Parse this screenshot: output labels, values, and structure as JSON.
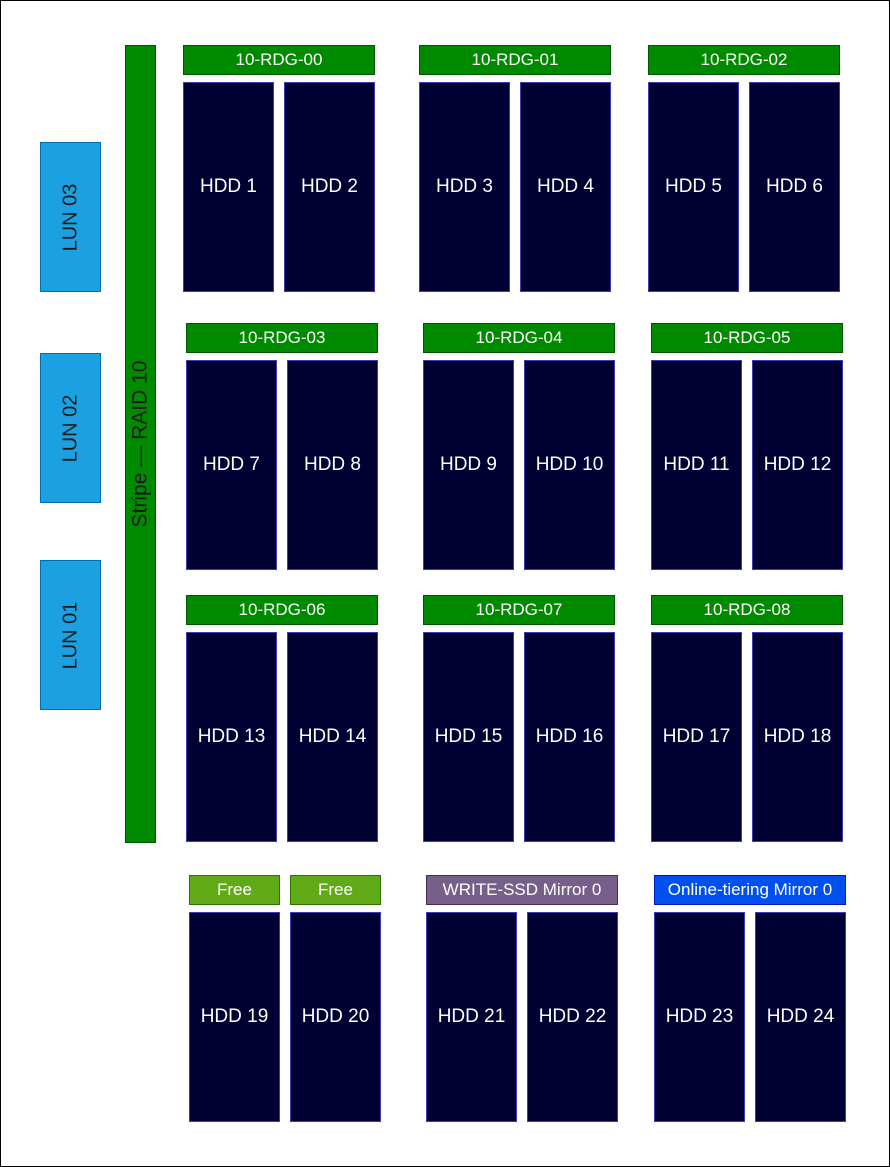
{
  "luns": [
    {
      "label": "LUN 03"
    },
    {
      "label": "LUN 02"
    },
    {
      "label": "LUN 01"
    }
  ],
  "stripe": {
    "label": "Stripe — RAID 10"
  },
  "colors": {
    "lun": "#1ba1e2",
    "stripe": "#008a00",
    "raid_group": "#008a00",
    "free": "#60a917",
    "write_ssd": "#76608a",
    "online_tiering": "#0050ef",
    "disk": "#000033"
  },
  "groups": [
    {
      "label": "10-RDG-00",
      "kind": "raid_group",
      "disks": [
        "HDD 1",
        "HDD 2"
      ]
    },
    {
      "label": "10-RDG-01",
      "kind": "raid_group",
      "disks": [
        "HDD 3",
        "HDD 4"
      ]
    },
    {
      "label": "10-RDG-02",
      "kind": "raid_group",
      "disks": [
        "HDD 5",
        "HDD 6"
      ]
    },
    {
      "label": "10-RDG-03",
      "kind": "raid_group",
      "disks": [
        "HDD 7",
        "HDD 8"
      ]
    },
    {
      "label": "10-RDG-04",
      "kind": "raid_group",
      "disks": [
        "HDD 9",
        "HDD 10"
      ]
    },
    {
      "label": "10-RDG-05",
      "kind": "raid_group",
      "disks": [
        "HDD 11",
        "HDD 12"
      ]
    },
    {
      "label": "10-RDG-06",
      "kind": "raid_group",
      "disks": [
        "HDD 13",
        "HDD 14"
      ]
    },
    {
      "label": "10-RDG-07",
      "kind": "raid_group",
      "disks": [
        "HDD 15",
        "HDD 16"
      ]
    },
    {
      "label": "10-RDG-08",
      "kind": "raid_group",
      "disks": [
        "HDD 17",
        "HDD 18"
      ]
    },
    {
      "labels": [
        "Free",
        "Free"
      ],
      "kind": "free",
      "disks": [
        "HDD 19",
        "HDD 20"
      ]
    },
    {
      "label": "WRITE-SSD Mirror 0",
      "kind": "write_ssd",
      "disks": [
        "HDD 21",
        "HDD 22"
      ]
    },
    {
      "label": "Online-tiering Mirror 0",
      "kind": "online_tiering",
      "disks": [
        "HDD 23",
        "HDD 24"
      ]
    }
  ]
}
